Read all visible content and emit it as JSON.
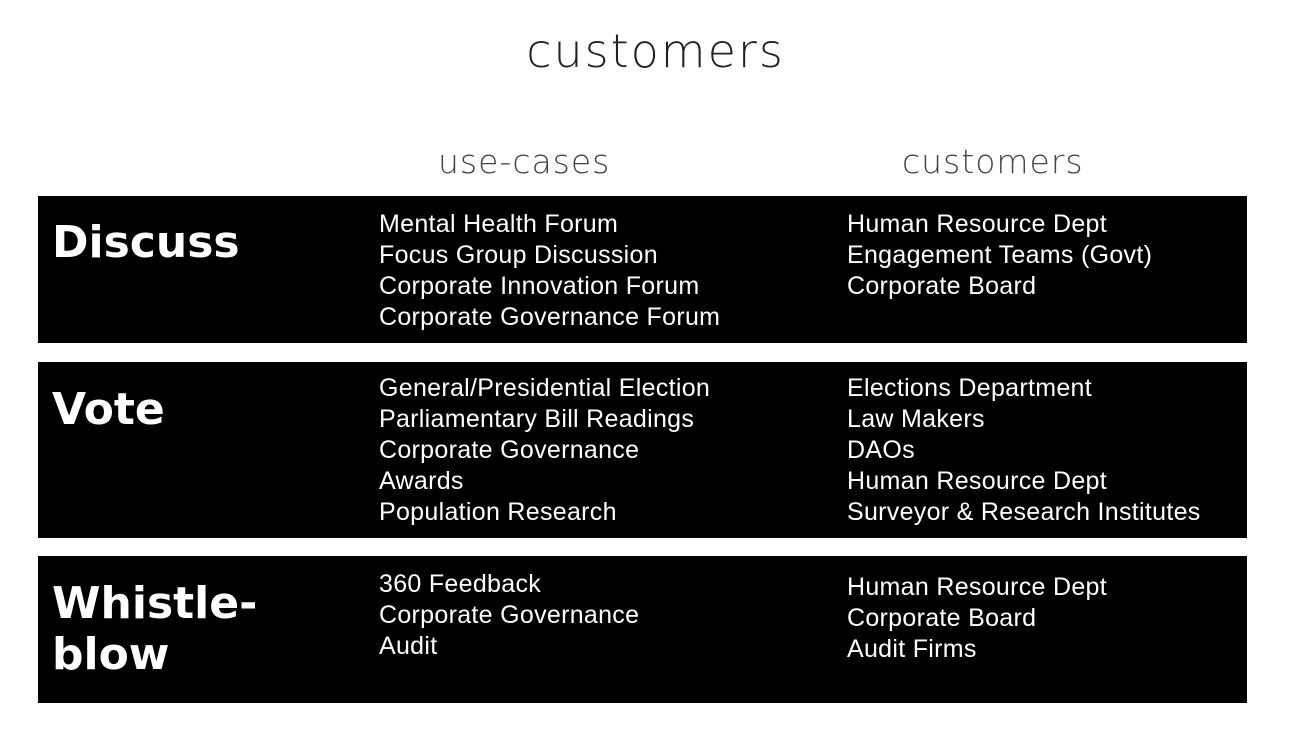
{
  "page_title": "customers",
  "headers": {
    "use_cases": "use-cases",
    "customers": "customers"
  },
  "rows": [
    {
      "title": "Discuss",
      "use_cases": [
        "Mental Health Forum",
        "Focus Group Discussion",
        "Corporate Innovation Forum",
        "Corporate Governance Forum"
      ],
      "customers": [
        "Human Resource Dept",
        "Engagement Teams (Govt)",
        "Corporate Board"
      ]
    },
    {
      "title": "Vote",
      "use_cases": [
        "General/Presidential Election",
        "Parliamentary Bill Readings",
        "Corporate Governance",
        "Awards",
        "Population Research"
      ],
      "customers": [
        "Elections Department",
        "Law Makers",
        "DAOs",
        "Human Resource Dept",
        "Surveyor & Research Institutes"
      ]
    },
    {
      "title_lines": [
        "Whistle-",
        "blow"
      ],
      "use_cases": [
        "360 Feedback",
        "Corporate Governance",
        "Audit"
      ],
      "customers": [
        "Human Resource Dept",
        "Corporate Board",
        "Audit Firms"
      ]
    }
  ]
}
